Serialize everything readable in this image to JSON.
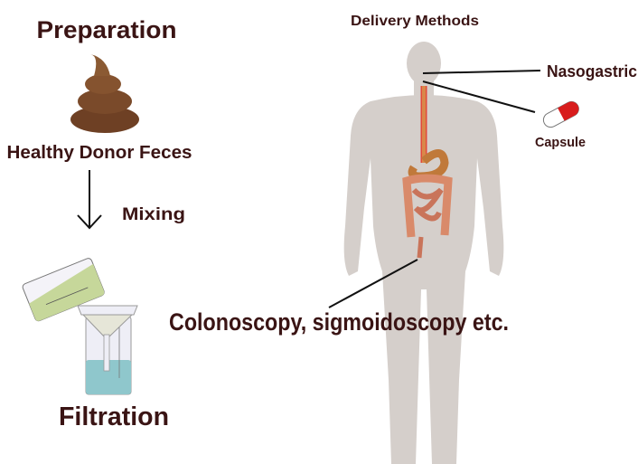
{
  "preparation": {
    "title": "Preparation",
    "source_label": "Healthy Donor Feces",
    "step_label": "Mixing",
    "result_label": "Filtration"
  },
  "delivery": {
    "title": "Delivery Methods",
    "methods": [
      {
        "label": "Nasogastric"
      },
      {
        "label": "Capsule"
      },
      {
        "label": "Colonoscopy, sigmoidoscopy etc."
      }
    ]
  },
  "colors": {
    "text": "#3a1414",
    "body": "#d5cfcb",
    "feces": "#7a4a2a",
    "gut": "#d98a6a",
    "liquid_green": "#c6d79a",
    "liquid_blue": "#8fc7cc",
    "capsule_red": "#d81c1c"
  }
}
